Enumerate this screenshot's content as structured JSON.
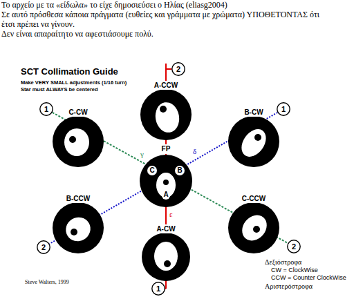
{
  "diagram": {
    "title": "SCT Collimation Guide",
    "nodes": [
      {
        "text": [
          "2"
        ]
      },
      {
        "text": [
          "1"
        ]
      },
      {
        "text": [
          "1"
        ]
      },
      {
        "text": [
          "A-CCW"
        ]
      },
      {
        "text": [
          "C-CW"
        ]
      },
      {
        "text": [
          "B-CW"
        ]
      },
      {
        "text": [
          "FP",
          "C",
          "B",
          "A"
        ]
      },
      {
        "text": [
          "B-CCW"
        ]
      },
      {
        "text": [
          "C-CCW"
        ]
      },
      {
        "text": [
          "2"
        ]
      },
      {
        "text": [
          "2"
        ]
      },
      {
        "text": [
          "A-CW"
        ]
      },
      {
        "text": [
          "1"
        ]
      }
    ],
    "edges": [
      {
        "from": 0,
        "to": 12,
        "arrow": "none",
        "label": "ε"
      },
      {
        "from": 2,
        "to": 9,
        "arrow": "none",
        "label": "δ"
      },
      {
        "from": 1,
        "to": 10,
        "arrow": "none",
        "label": "γ"
      }
    ],
    "labels": [
      "Το αρχείο με τα «είδωλα» το είχε δημοσιεύσει ο Ηλίας (eliasg2004)",
      "Σε αυτό πρόσθεσα κάποια πράγματα (ευθείες και γράμματα με χρώματα) ΥΠΟΘΕΤΟΝΤΑΣ ότι έτσι πρέπει να γίνουν.",
      "Δεν είναι απαραίτητο να αφεστιάσουμε πολύ.",
      "Make VERY SMALL adjustments (1/16 turn)",
      "Star must ALWAYS be centered",
      "Steve Walters, 1999",
      "Δεξιόστροφα",
      "CW = ClockWise",
      "CCW = Counter ClockWise",
      "Αριστερόστροφα"
    ]
  }
}
